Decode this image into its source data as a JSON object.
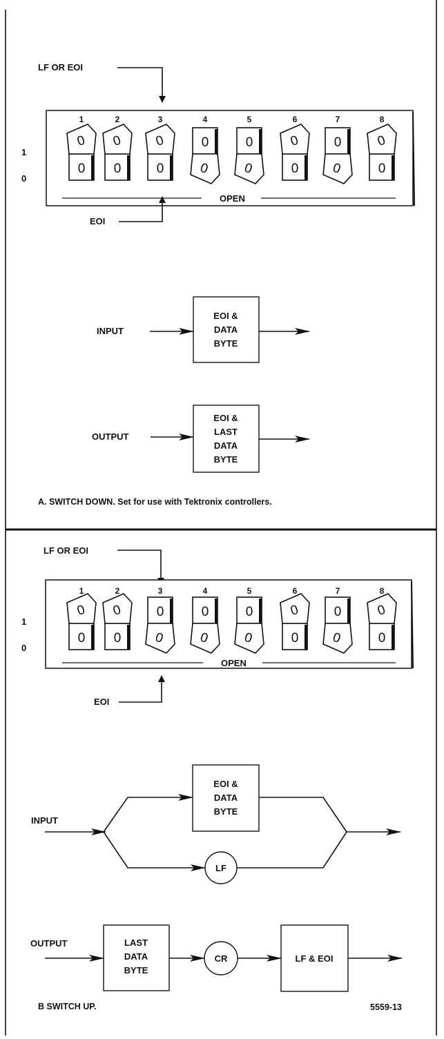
{
  "panel_a": {
    "top_arrow_label": "LF OR EOI",
    "bottom_arrow_label": "EOI",
    "row_one": "1",
    "row_zero": "0",
    "open_label": "OPEN",
    "switch_numbers": [
      "1",
      "2",
      "3",
      "4",
      "5",
      "6",
      "7",
      "8"
    ],
    "switch_states": [
      "1",
      "1",
      "1",
      "0",
      "0",
      "1",
      "0",
      "1"
    ],
    "input_label": "INPUT",
    "input_box": [
      "EOI &",
      "DATA",
      "BYTE"
    ],
    "output_label": "OUTPUT",
    "output_box": [
      "EOI &",
      "LAST",
      "DATA",
      "BYTE"
    ],
    "caption": "A. SWITCH DOWN. Set for use with Tektronix controllers."
  },
  "panel_b": {
    "top_arrow_label": "LF OR EOI",
    "bottom_arrow_label": "EOI",
    "row_one": "1",
    "row_zero": "0",
    "open_label": "OPEN",
    "switch_numbers": [
      "1",
      "2",
      "3",
      "4",
      "5",
      "6",
      "7",
      "8"
    ],
    "switch_states": [
      "1",
      "1",
      "0",
      "0",
      "0",
      "1",
      "0",
      "1"
    ],
    "input_label": "INPUT",
    "input_box": [
      "EOI &",
      "DATA",
      "BYTE"
    ],
    "input_circle": "LF",
    "output_label": "OUTPUT",
    "output_box": [
      "LAST",
      "DATA",
      "BYTE"
    ],
    "output_circle": "CR",
    "output_end_box": "LF & EOI",
    "caption": "B  SWITCH UP.",
    "figure_number": "5559-13"
  }
}
